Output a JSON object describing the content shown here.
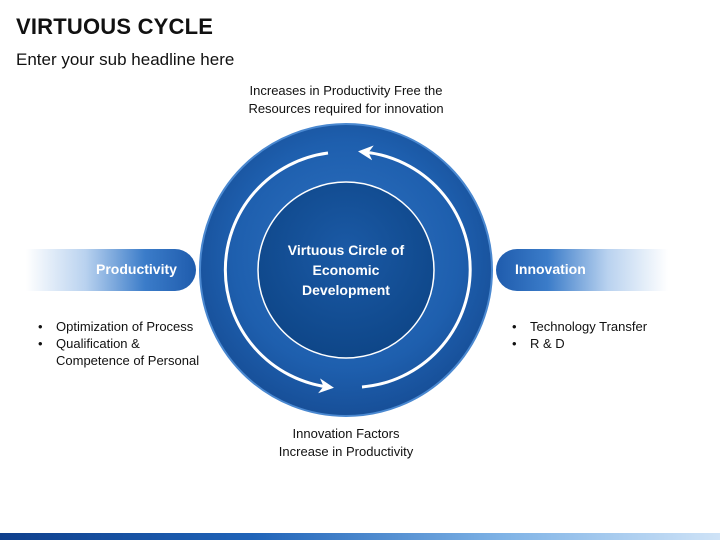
{
  "header": {
    "title": "VIRTUOUS CYCLE",
    "subtitle": "Enter your sub headline here"
  },
  "diagram": {
    "center_lines": [
      "Virtuous Circle of",
      "Economic",
      "Development"
    ],
    "top_caption_lines": [
      "Increases in Productivity Free the",
      "Resources required for innovation"
    ],
    "bottom_caption_lines": [
      "Innovation Factors",
      "Increase in Productivity"
    ],
    "left_node": {
      "label": "Productivity",
      "bullets": [
        "Optimization of Process",
        "Qualification &",
        "Competence of Personal"
      ]
    },
    "right_node": {
      "label": "Innovation",
      "bullets": [
        "Technology Transfer",
        "R & D"
      ]
    },
    "colors": {
      "ring_outer": "#1e5fae",
      "ring_edge": "#3b7cc9",
      "core": "#0f4c95",
      "arrow": "#ffffff"
    }
  }
}
